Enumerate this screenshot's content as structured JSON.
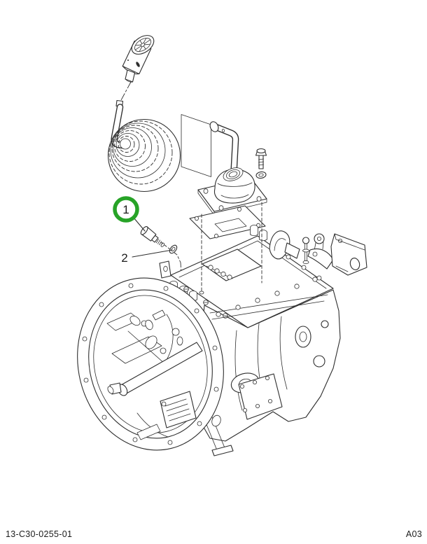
{
  "page": {
    "background": "#ffffff"
  },
  "figure": {
    "type": "exploded-parts-diagram",
    "subject": "transmission-with-gear-shift-lever",
    "line_color": "#2e2e2e",
    "highlight_color": "#27a327",
    "callouts": [
      {
        "label": "1",
        "highlighted": true
      },
      {
        "label": "2",
        "highlighted": false
      }
    ]
  },
  "footer": {
    "doc_code": "13-C30-0255-01",
    "page_code": "A03"
  }
}
